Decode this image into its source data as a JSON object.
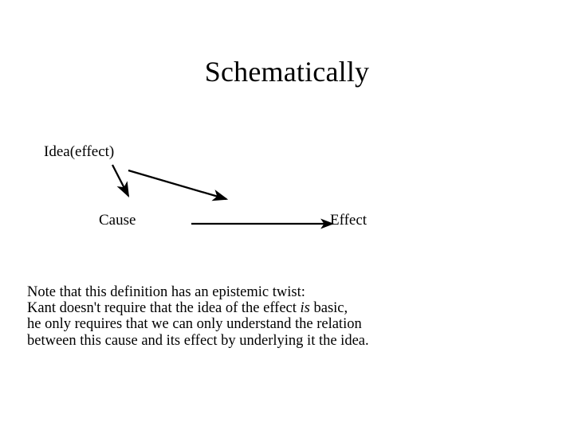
{
  "slide": {
    "title": "Schematically",
    "background_color": "#ffffff",
    "text_color": "#000000"
  },
  "diagram": {
    "nodes": [
      {
        "id": "idea",
        "label": "Idea(effect)"
      },
      {
        "id": "cause",
        "label": "Cause"
      },
      {
        "id": "effect",
        "label": "Effect"
      }
    ],
    "arrows": [
      {
        "from": "idea",
        "to": "cause",
        "style": "diagonal-down-right"
      },
      {
        "from": "idea",
        "to": "effect",
        "style": "diagonal-down-right-long"
      },
      {
        "from": "cause",
        "to": "effect",
        "style": "horizontal"
      }
    ],
    "line_color": "#000000"
  },
  "body": {
    "lines": [
      {
        "pre": "Note that this definition has an epistemic twist:",
        "em": "",
        "post": ""
      },
      {
        "pre": "Kant doesn't require that the idea of the effect ",
        "em": "is",
        "post": " basic,"
      },
      {
        "pre": "he only requires that we can only understand the relation",
        "em": "",
        "post": ""
      },
      {
        "pre": "between this cause and its effect by underlying it the idea.",
        "em": "",
        "post": ""
      }
    ]
  }
}
